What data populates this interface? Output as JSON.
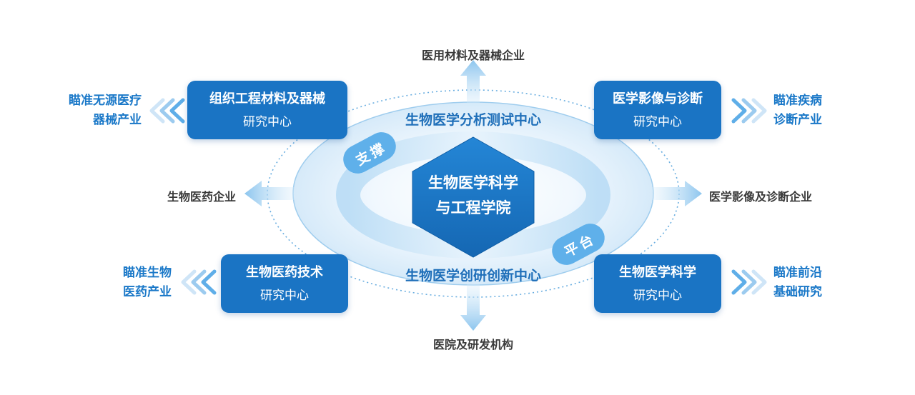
{
  "center": {
    "line1": "生物医学科学",
    "line2": "与工程学院"
  },
  "ring": {
    "top": "生物医学分析测试中心",
    "bottom": "生物医学创研创新中心",
    "tag_left": "支撑",
    "tag_right": "平台"
  },
  "centers": [
    {
      "title": "组织工程材料及器械",
      "subtitle": "研究中心"
    },
    {
      "title": "医学影像与诊断",
      "subtitle": "研究中心"
    },
    {
      "title": "生物医药技术",
      "subtitle": "研究中心"
    },
    {
      "title": "生物医学科学",
      "subtitle": "研究中心"
    }
  ],
  "outputs": {
    "top": "医用材料及器械企业",
    "bottom": "医院及研发机构",
    "left": "生物医药企业",
    "right": "医学影像及诊断企业"
  },
  "industries": [
    {
      "line1": "瞄准无源医疗",
      "line2": "器械产业"
    },
    {
      "line1": "瞄准疾病",
      "line2": "诊断产业"
    },
    {
      "line1": "瞄准生物",
      "line2": "医药产业"
    },
    {
      "line1": "瞄准前沿",
      "line2": "基础研究"
    }
  ],
  "colors": {
    "primary_blue": "#1a74c4",
    "light_blue": "#cfe6f8",
    "text_blue": "#1a78c8"
  }
}
